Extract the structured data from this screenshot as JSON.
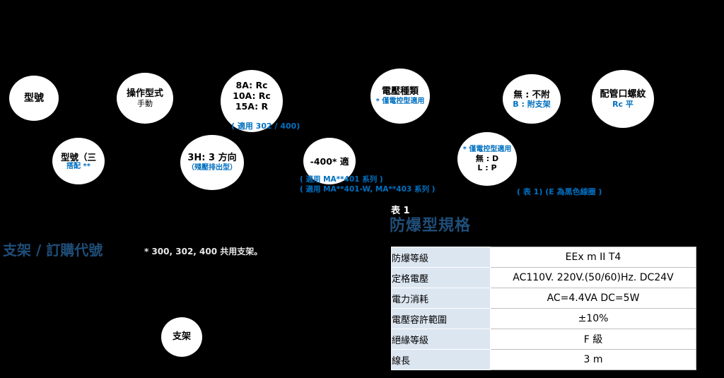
{
  "colors": {
    "accent_blue": "#0070C0",
    "heading_blue": "#1F4E79",
    "table_label_bg": "#DCE6F1",
    "background": "#000000"
  },
  "diagram": {
    "model": {
      "title": "型號"
    },
    "operation": {
      "title": "操作型式",
      "sub": "手動"
    },
    "port_size": {
      "lines": [
        "8A: Rc",
        "10A: Rc",
        "15A: R"
      ],
      "note": "( 適用 302 / 400)"
    },
    "voltage": {
      "title": "電壓種類",
      "note": "* 僅電控型適用"
    },
    "bracket_option": {
      "line1": "無 : 不附",
      "line2": "B : 附支架"
    },
    "pipe_thread": {
      "title": "配管口螺紋",
      "sub": "Rc 平"
    },
    "model_triple": {
      "title": "型號（三",
      "note": "搭配 **"
    },
    "three_way": {
      "title": "3H: 3 方向",
      "note": "（殘壓排出型）"
    },
    "code_400": {
      "title": "-400* 適",
      "note1": "( 適用 MA**401 系列 )",
      "note2": "( 適用 MA**401-W, MA**403 系列 )"
    },
    "electric": {
      "note": "* 僅電控型適用",
      "line1": "無 : D",
      "line2": "L : P"
    },
    "table_ref_note": "( 表 1) (E 為黑色線圈 )",
    "bracket_heading": "支架 / 訂購代號",
    "bracket_note": "* 300, 302, 400 共用支架。",
    "bracket_circle": {
      "title": "支架"
    }
  },
  "spec_table": {
    "tag": "表 1",
    "title": "防爆型規格",
    "rows": [
      {
        "label": "防爆等級",
        "value": "EEx m II T4"
      },
      {
        "label": "定格電壓",
        "value": "AC110V. 220V.(50/60)Hz. DC24V"
      },
      {
        "label": "電力消耗",
        "value": "AC=4.4VA  DC=5W"
      },
      {
        "label": "電壓容許範圍",
        "value": "±10%"
      },
      {
        "label": "絕緣等級",
        "value": "F 級"
      },
      {
        "label": "線長",
        "value": "3 m"
      }
    ]
  }
}
